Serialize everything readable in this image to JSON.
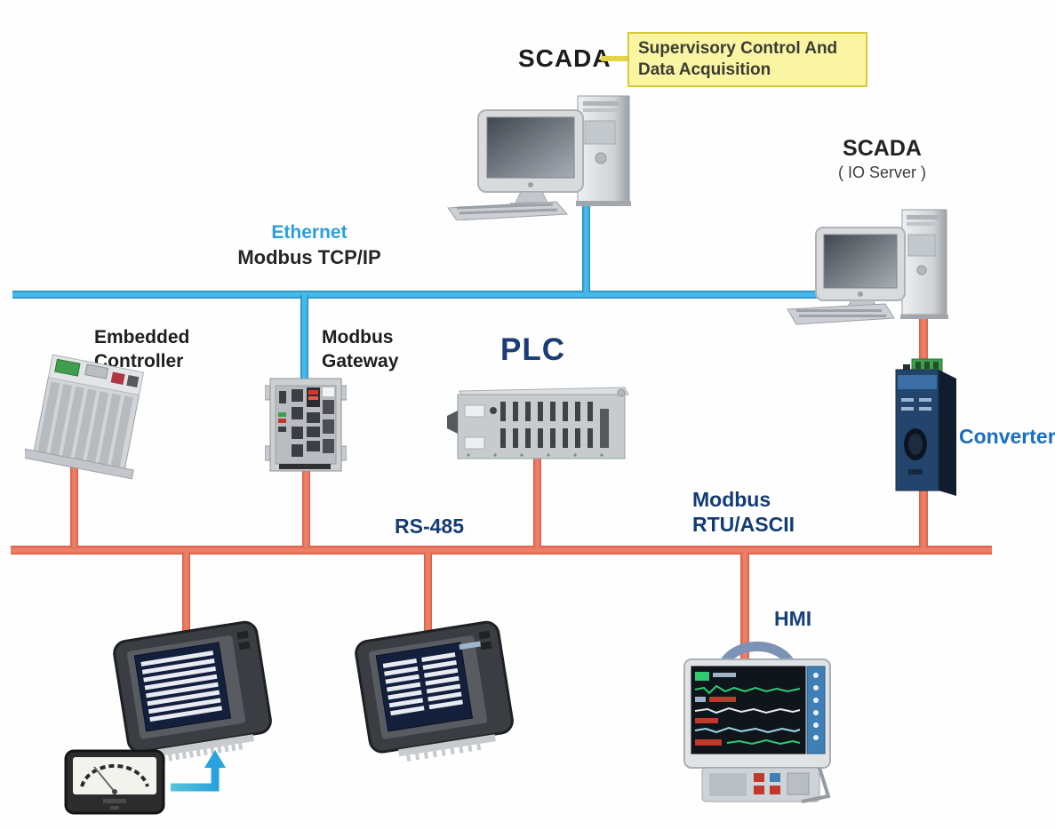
{
  "callout": {
    "label": "SCADA",
    "line1": "Supervisory Control And",
    "line2": "Data Acquisition"
  },
  "io_server": {
    "title": "SCADA",
    "subtitle": "( IO Server )"
  },
  "ethernet_bus": {
    "label": "Ethernet",
    "sublabel": "Modbus TCP/IP"
  },
  "serial_bus": {
    "label": "RS-485",
    "protocol_line1": "Modbus",
    "protocol_line2": "RTU/ASCII"
  },
  "devices": {
    "embedded_controller_line1": "Embedded",
    "embedded_controller_line2": "Controller",
    "modbus_gateway_line1": "Modbus",
    "modbus_gateway_line2": "Gateway",
    "plc": "PLC",
    "converter": "Converter",
    "hmi": "HMI"
  },
  "colors": {
    "ethernet_line": "#46b9e8",
    "serial_line": "#ec7f67",
    "callout_bg": "#f9f5a3",
    "callout_border": "#d8c93c",
    "label_blue": "#2e9fd8",
    "label_navy": "#143c74",
    "converter_label_blue": "#1a6ec2",
    "text_black": "#1e1e1c"
  }
}
